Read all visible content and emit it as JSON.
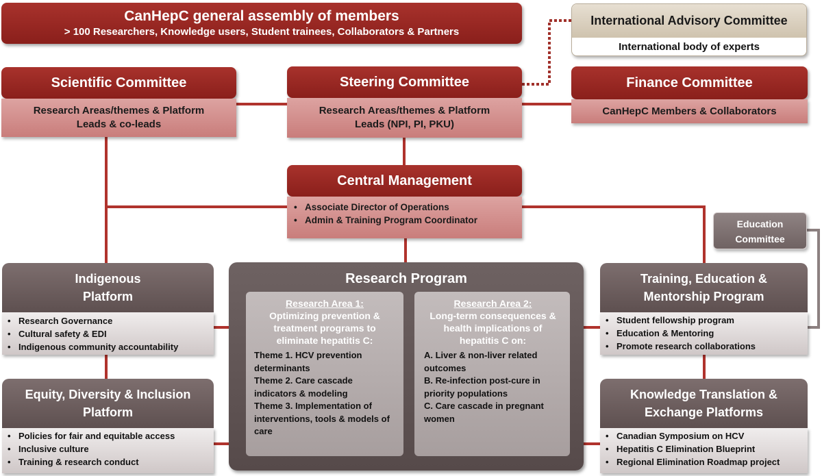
{
  "assembly": {
    "title": "CanHepC general assembly of members",
    "subtitle": "> 100 Researchers, Knowledge users, Student trainees, Collaborators & Partners"
  },
  "advisory": {
    "title": "International Advisory Committee",
    "subtitle": "International body of experts"
  },
  "scientific": {
    "title": "Scientific Committee",
    "body_line1": "Research Areas/themes & Platform",
    "body_line2": "Leads & co-leads"
  },
  "steering": {
    "title": "Steering Committee",
    "body_line1": "Research Areas/themes & Platform",
    "body_line2": "Leads (NPI, PI, PKU)"
  },
  "finance": {
    "title": "Finance Committee",
    "body": "CanHepC Members & Collaborators"
  },
  "central": {
    "title": "Central Management",
    "items": [
      "Associate Director of Operations",
      "Admin & Training Program Coordinator"
    ]
  },
  "education_committee": {
    "line1": "Education",
    "line2": "Committee"
  },
  "indigenous": {
    "title_line1": "Indigenous",
    "title_line2": "Platform",
    "items": [
      "Research Governance",
      "Cultural safety & EDI",
      "Indigenous community accountability"
    ]
  },
  "edi": {
    "title_line1": "Equity, Diversity & Inclusion",
    "title_line2": "Platform",
    "items": [
      "Policies for fair and equitable access",
      "Inclusive culture",
      "Training & research conduct"
    ]
  },
  "research_program": {
    "title": "Research Program",
    "area1": {
      "heading": "Research Area 1:",
      "desc": "Optimizing prevention & treatment programs to eliminate hepatitis C:",
      "themes": [
        "Theme 1. HCV prevention determinants",
        "Theme 2. Care cascade indicators & modeling",
        "Theme 3. Implementation of interventions, tools & models of care"
      ]
    },
    "area2": {
      "heading": "Research Area 2:",
      "desc": "Long-term consequences & health implications of hepatitis C on:",
      "items": [
        "A. Liver & non-liver related outcomes",
        "B. Re-infection post-cure in priority populations",
        "C. Care cascade in pregnant women"
      ]
    }
  },
  "training": {
    "title_line1": "Training, Education &",
    "title_line2": "Mentorship Program",
    "items": [
      "Student fellowship program",
      "Education & Mentoring",
      "Promote research collaborations"
    ]
  },
  "ktx": {
    "title_line1": "Knowledge Translation &",
    "title_line2": "Exchange Platforms",
    "items": [
      "Canadian Symposium on HCV",
      "Hepatitis C Elimination Blueprint",
      "Regional Elimination Roadmap project"
    ]
  }
}
